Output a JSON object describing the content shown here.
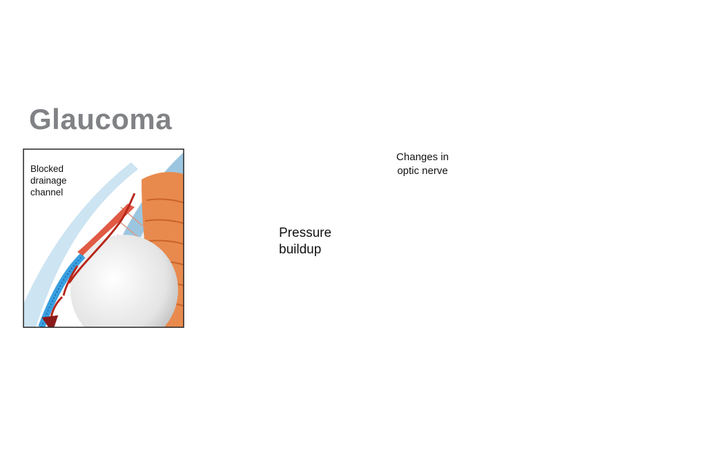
{
  "title": "Glaucoma",
  "labels": {
    "drainage": [
      "Blocked",
      "drainage",
      "channel"
    ],
    "pressure": [
      "Pressure",
      "buildup"
    ],
    "optic": [
      "Changes in",
      "optic nerve"
    ]
  },
  "colors": {
    "title_gray": "#808285",
    "sclera_blue": "#9cc6e0",
    "choroid_red": "#c8281c",
    "retina_orange": "#f39a5a",
    "arrow_darkred": "#8b1a1a",
    "nerve_yellow": "#f4c443",
    "cone_blue": "#a9dcef"
  }
}
